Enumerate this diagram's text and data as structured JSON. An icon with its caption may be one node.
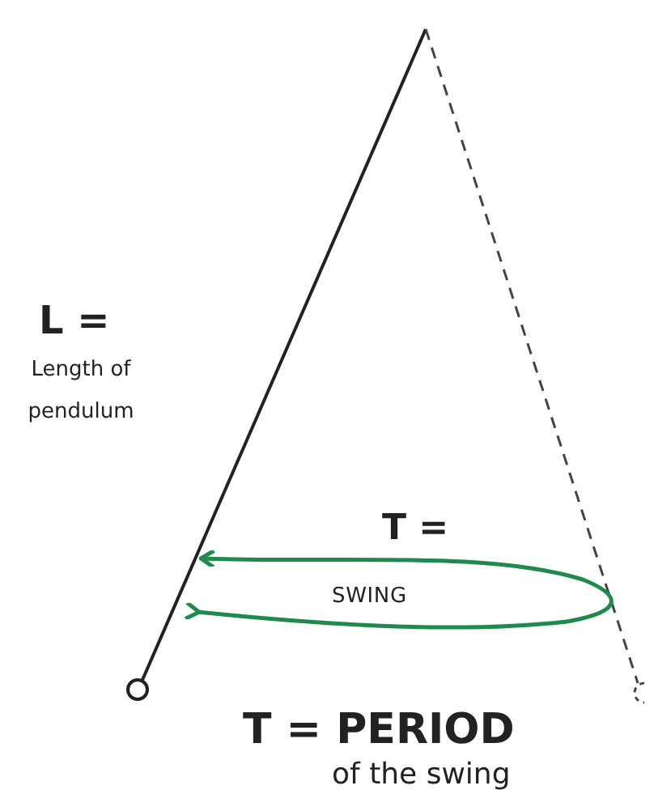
{
  "diagram": {
    "labels": [
      "L =",
      "Length of pendulum",
      "T =",
      "SWING",
      "T = PERIOD",
      "of the swing"
    ]
  }
}
